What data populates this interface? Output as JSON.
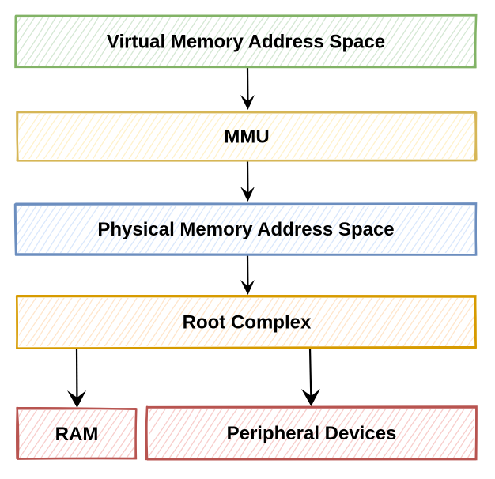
{
  "diagram": {
    "type": "flowchart",
    "style": "sketch-hachure",
    "nodes": [
      {
        "id": "virtual",
        "label": "Virtual Memory Address Space",
        "stroke": "#82b366",
        "fill": "#d5e8d4"
      },
      {
        "id": "mmu",
        "label": "MMU",
        "stroke": "#d6b656",
        "fill": "#fff2cc"
      },
      {
        "id": "physical",
        "label": "Physical Memory Address Space",
        "stroke": "#6c8ebf",
        "fill": "#dae8fc"
      },
      {
        "id": "root",
        "label": "Root Complex",
        "stroke": "#d79b00",
        "fill": "#ffe6cc"
      },
      {
        "id": "ram",
        "label": "RAM",
        "stroke": "#b85450",
        "fill": "#f8cecc"
      },
      {
        "id": "peripheral",
        "label": "Peripheral Devices",
        "stroke": "#b85450",
        "fill": "#f8cecc"
      }
    ],
    "edges": [
      {
        "from": "virtual",
        "to": "mmu"
      },
      {
        "from": "mmu",
        "to": "physical"
      },
      {
        "from": "physical",
        "to": "root"
      },
      {
        "from": "root",
        "to": "ram"
      },
      {
        "from": "root",
        "to": "peripheral"
      }
    ],
    "edge_color": "#000000"
  }
}
